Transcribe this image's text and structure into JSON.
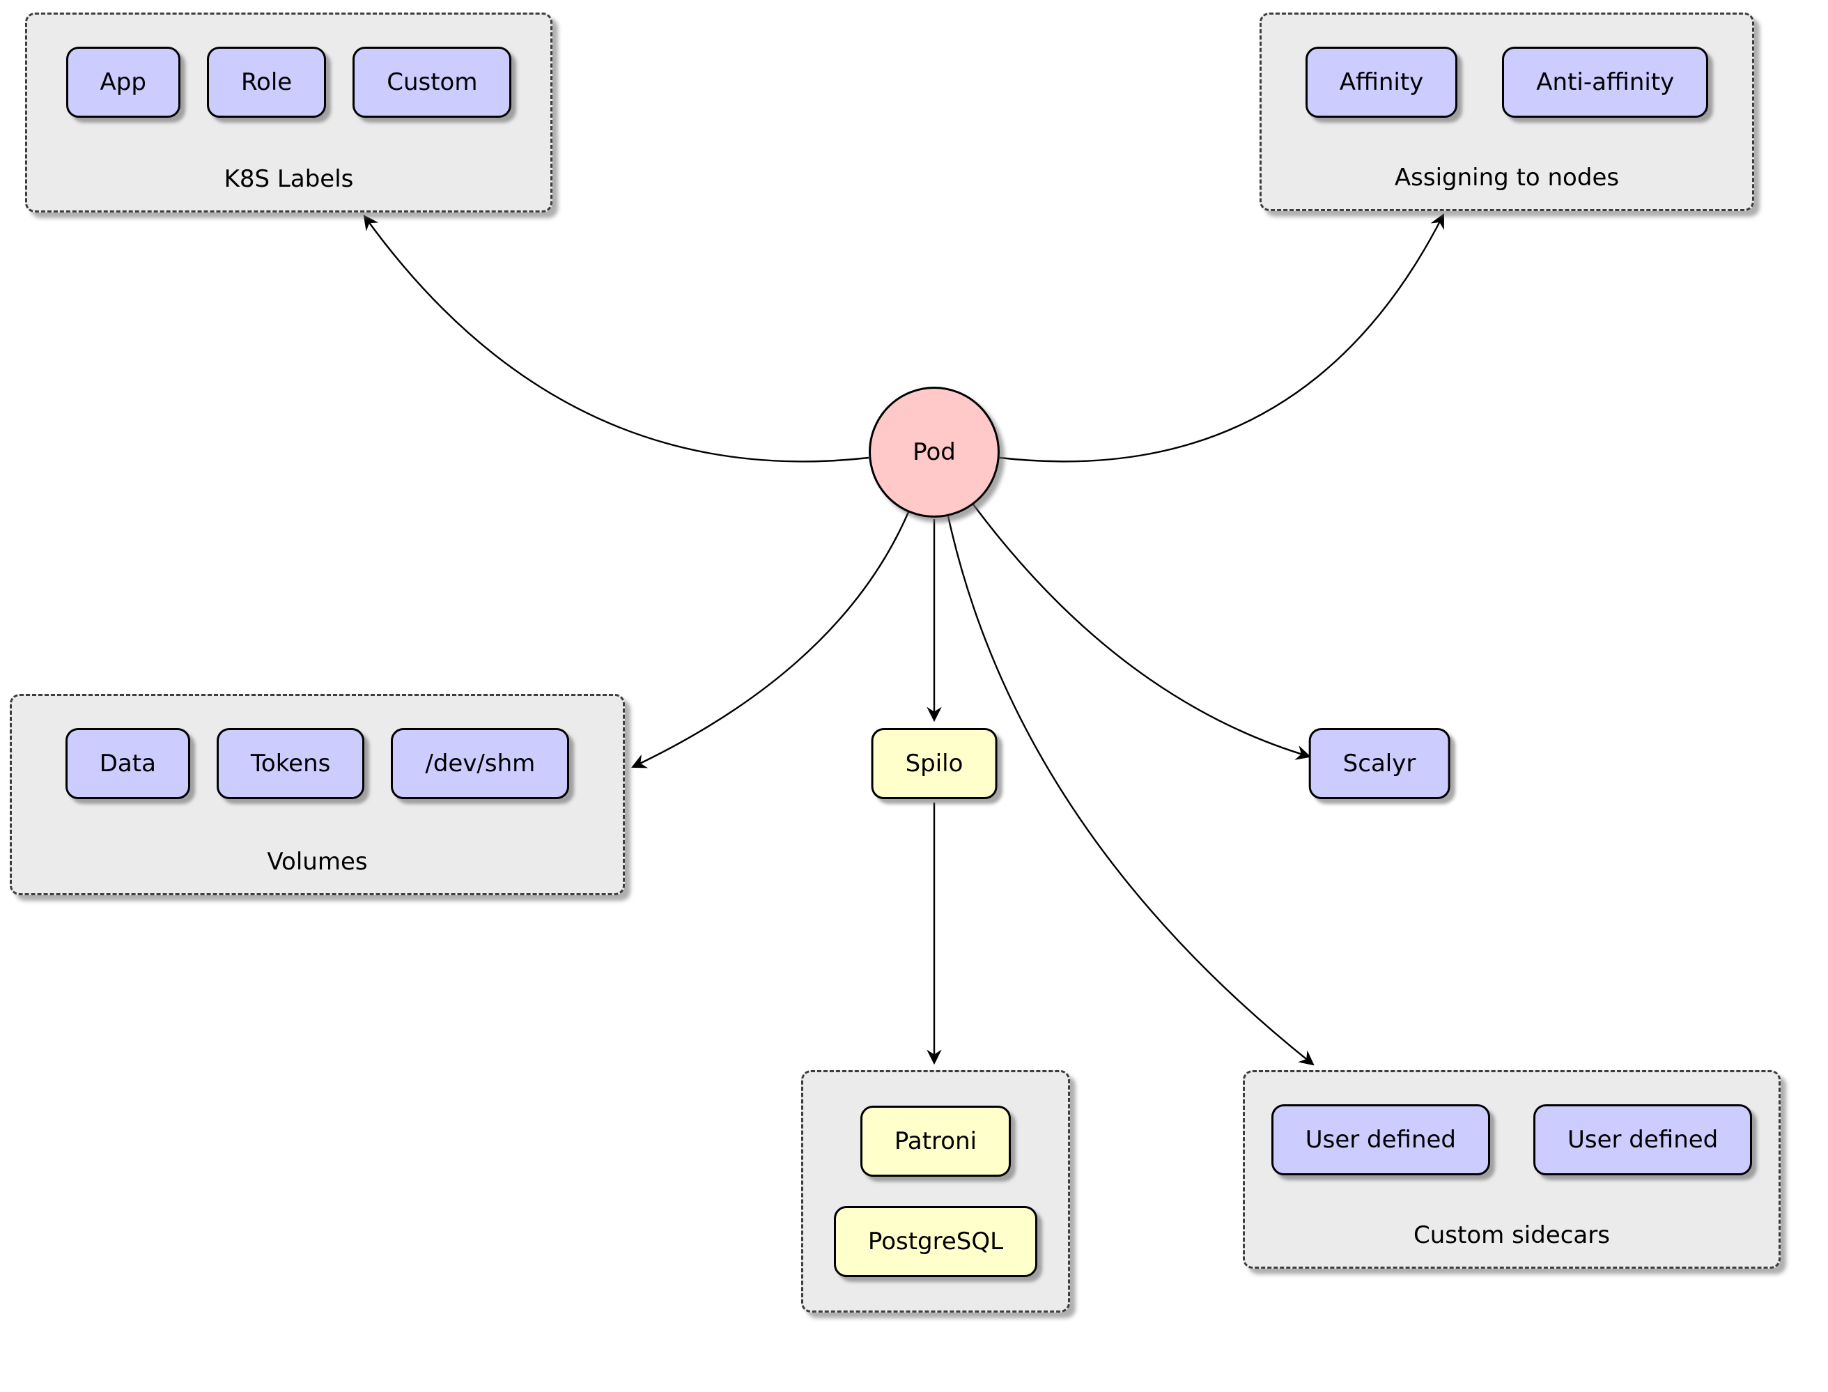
{
  "pod": {
    "label": "Pod"
  },
  "groups": {
    "k8s_labels": {
      "title": "K8S Labels",
      "items": [
        "App",
        "Role",
        "Custom"
      ]
    },
    "assigning_to_nodes": {
      "title": "Assigning to nodes",
      "items": [
        "Affinity",
        "Anti-affinity"
      ]
    },
    "volumes": {
      "title": "Volumes",
      "items": [
        "Data",
        "Tokens",
        "/dev/shm"
      ]
    },
    "spilo_internals": {
      "items": [
        "Patroni",
        "PostgreSQL"
      ]
    },
    "custom_sidecars": {
      "title": "Custom sidecars",
      "items": [
        "User defined",
        "User defined"
      ]
    }
  },
  "nodes": {
    "spilo": "Spilo",
    "scalyr": "Scalyr"
  },
  "edges": [
    {
      "from": "Pod",
      "to": "K8S Labels"
    },
    {
      "from": "Pod",
      "to": "Assigning to nodes"
    },
    {
      "from": "Pod",
      "to": "Volumes"
    },
    {
      "from": "Pod",
      "to": "Spilo"
    },
    {
      "from": "Pod",
      "to": "Scalyr"
    },
    {
      "from": "Pod",
      "to": "Custom sidecars"
    },
    {
      "from": "Spilo",
      "to": "Patroni / PostgreSQL"
    }
  ],
  "colors": {
    "node_fill": "#ccccff",
    "container_fill": "#ffffcc",
    "pod_fill": "#ffc9c9",
    "group_fill": "#ebebeb",
    "stroke": "#000000"
  }
}
